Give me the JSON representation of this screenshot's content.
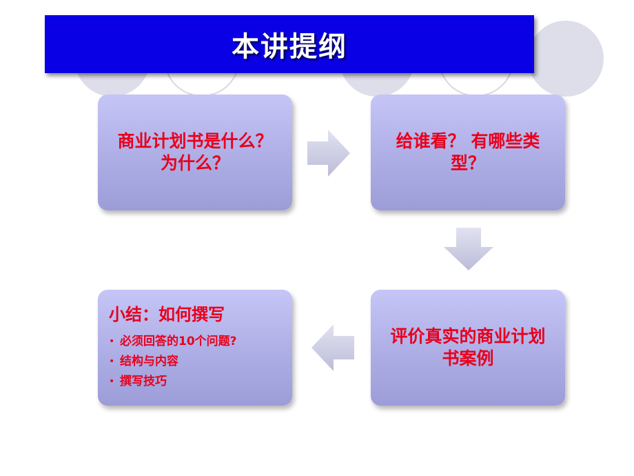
{
  "title": "本讲提纲",
  "boxes": {
    "what_why": "商业计划书是什么？为什么？",
    "who_types": "给谁看？ 有哪些类型？",
    "case_review": "评价真实的商业计划书案例"
  },
  "summary": {
    "title": "小结：如何撰写",
    "items": [
      "必须回答的10个问题?",
      "结构与内容",
      "撰写技巧"
    ]
  },
  "colors": {
    "title_bar": "#0a00e6",
    "box_text": "#e8001c",
    "box_fill": "#aeaee6",
    "arrow": "#cfcfe6"
  }
}
